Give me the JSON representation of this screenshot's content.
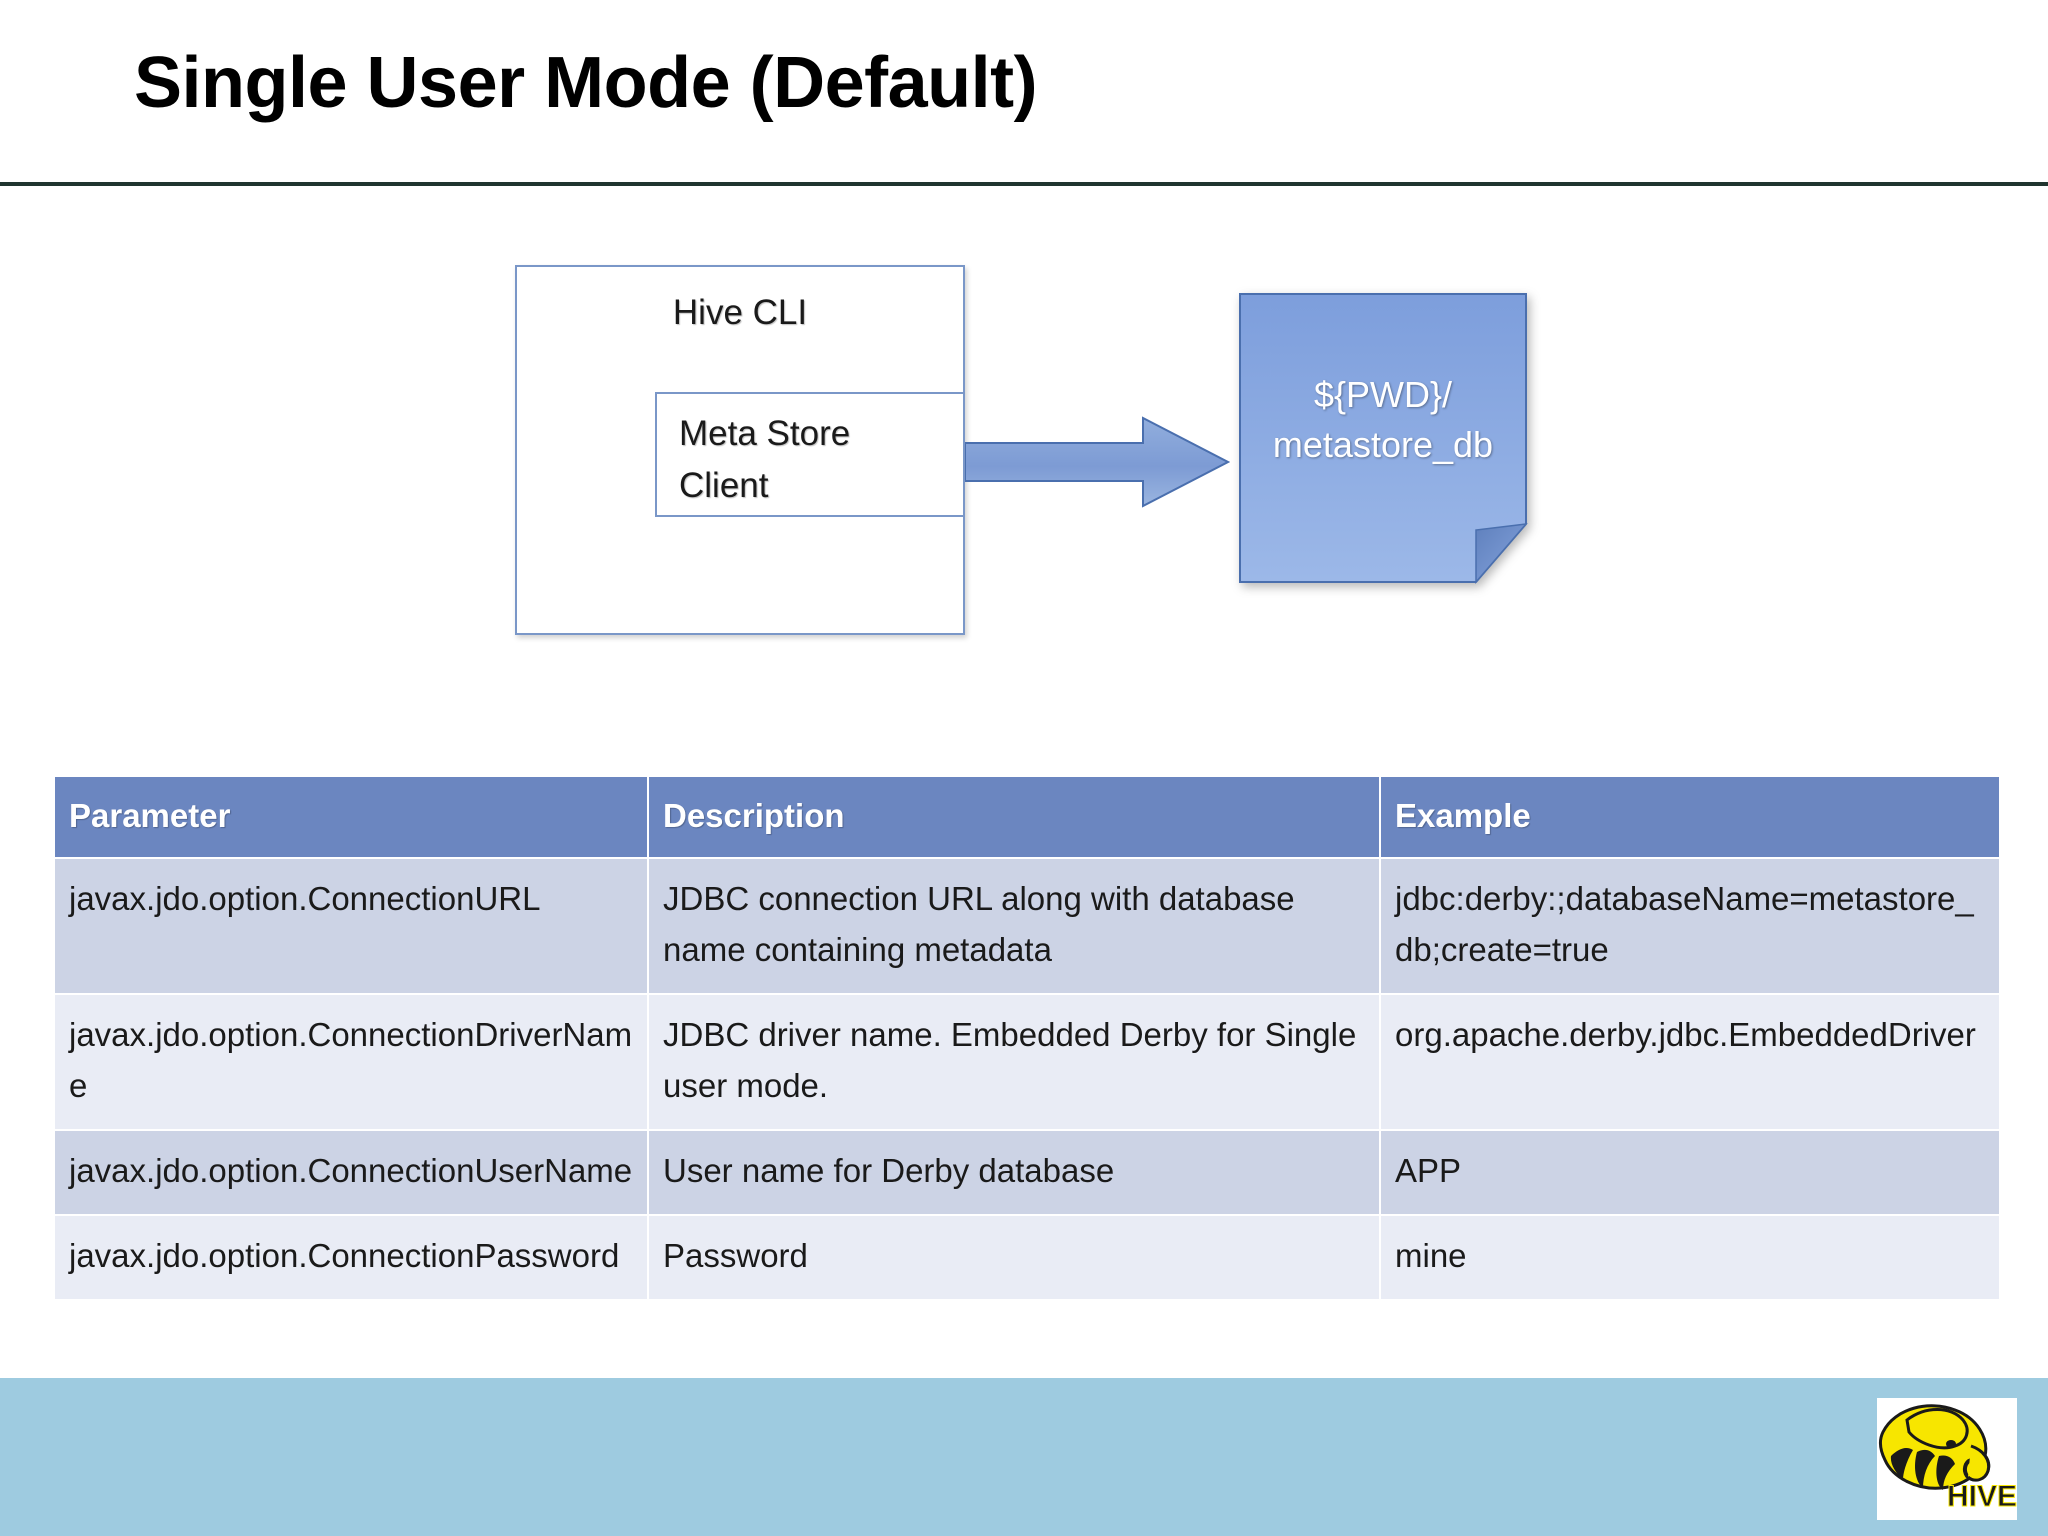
{
  "slide": {
    "title": "Single User Mode (Default)"
  },
  "diagram": {
    "cli_box_label": "Hive CLI",
    "metastore_client_label": "Meta Store\nClient",
    "metastore_client_line1": "Meta Store",
    "metastore_client_line2": "Client",
    "arrow_name": "flow-arrow-right",
    "document_line1": "${PWD}/",
    "document_line2": "metastore_db",
    "colors": {
      "box_border": "#7a97c8",
      "arrow_fill": "#7e9cd4",
      "document_fill_top": "#7f9fdc",
      "document_fill_bottom": "#94b2e4"
    }
  },
  "table": {
    "headers": [
      "Parameter",
      "Description",
      "Example"
    ],
    "rows": [
      {
        "parameter": "javax.jdo.option.ConnectionURL",
        "description": "JDBC connection URL along with database name containing metadata",
        "example": "jdbc:derby:;databaseName=metastore_db;create=true"
      },
      {
        "parameter": "javax.jdo.option.ConnectionDriverName",
        "description": "JDBC driver name. Embedded Derby for Single user mode.",
        "example": "org.apache.derby.jdbc.EmbeddedDriver"
      },
      {
        "parameter": "javax.jdo.option.ConnectionUserName",
        "description": "User name for Derby database",
        "example": "APP"
      },
      {
        "parameter": "javax.jdo.option.ConnectionPassword",
        "description": "Password",
        "example": "mine"
      }
    ],
    "colors": {
      "header_bg": "#6b86c0",
      "header_text": "#ffffff",
      "row_band_a": "#ccd3e5",
      "row_band_b": "#e9ecf5"
    }
  },
  "footer": {
    "band_color": "#9ecbe0",
    "logo_text": "HIVE",
    "logo_name": "hive-logo"
  }
}
